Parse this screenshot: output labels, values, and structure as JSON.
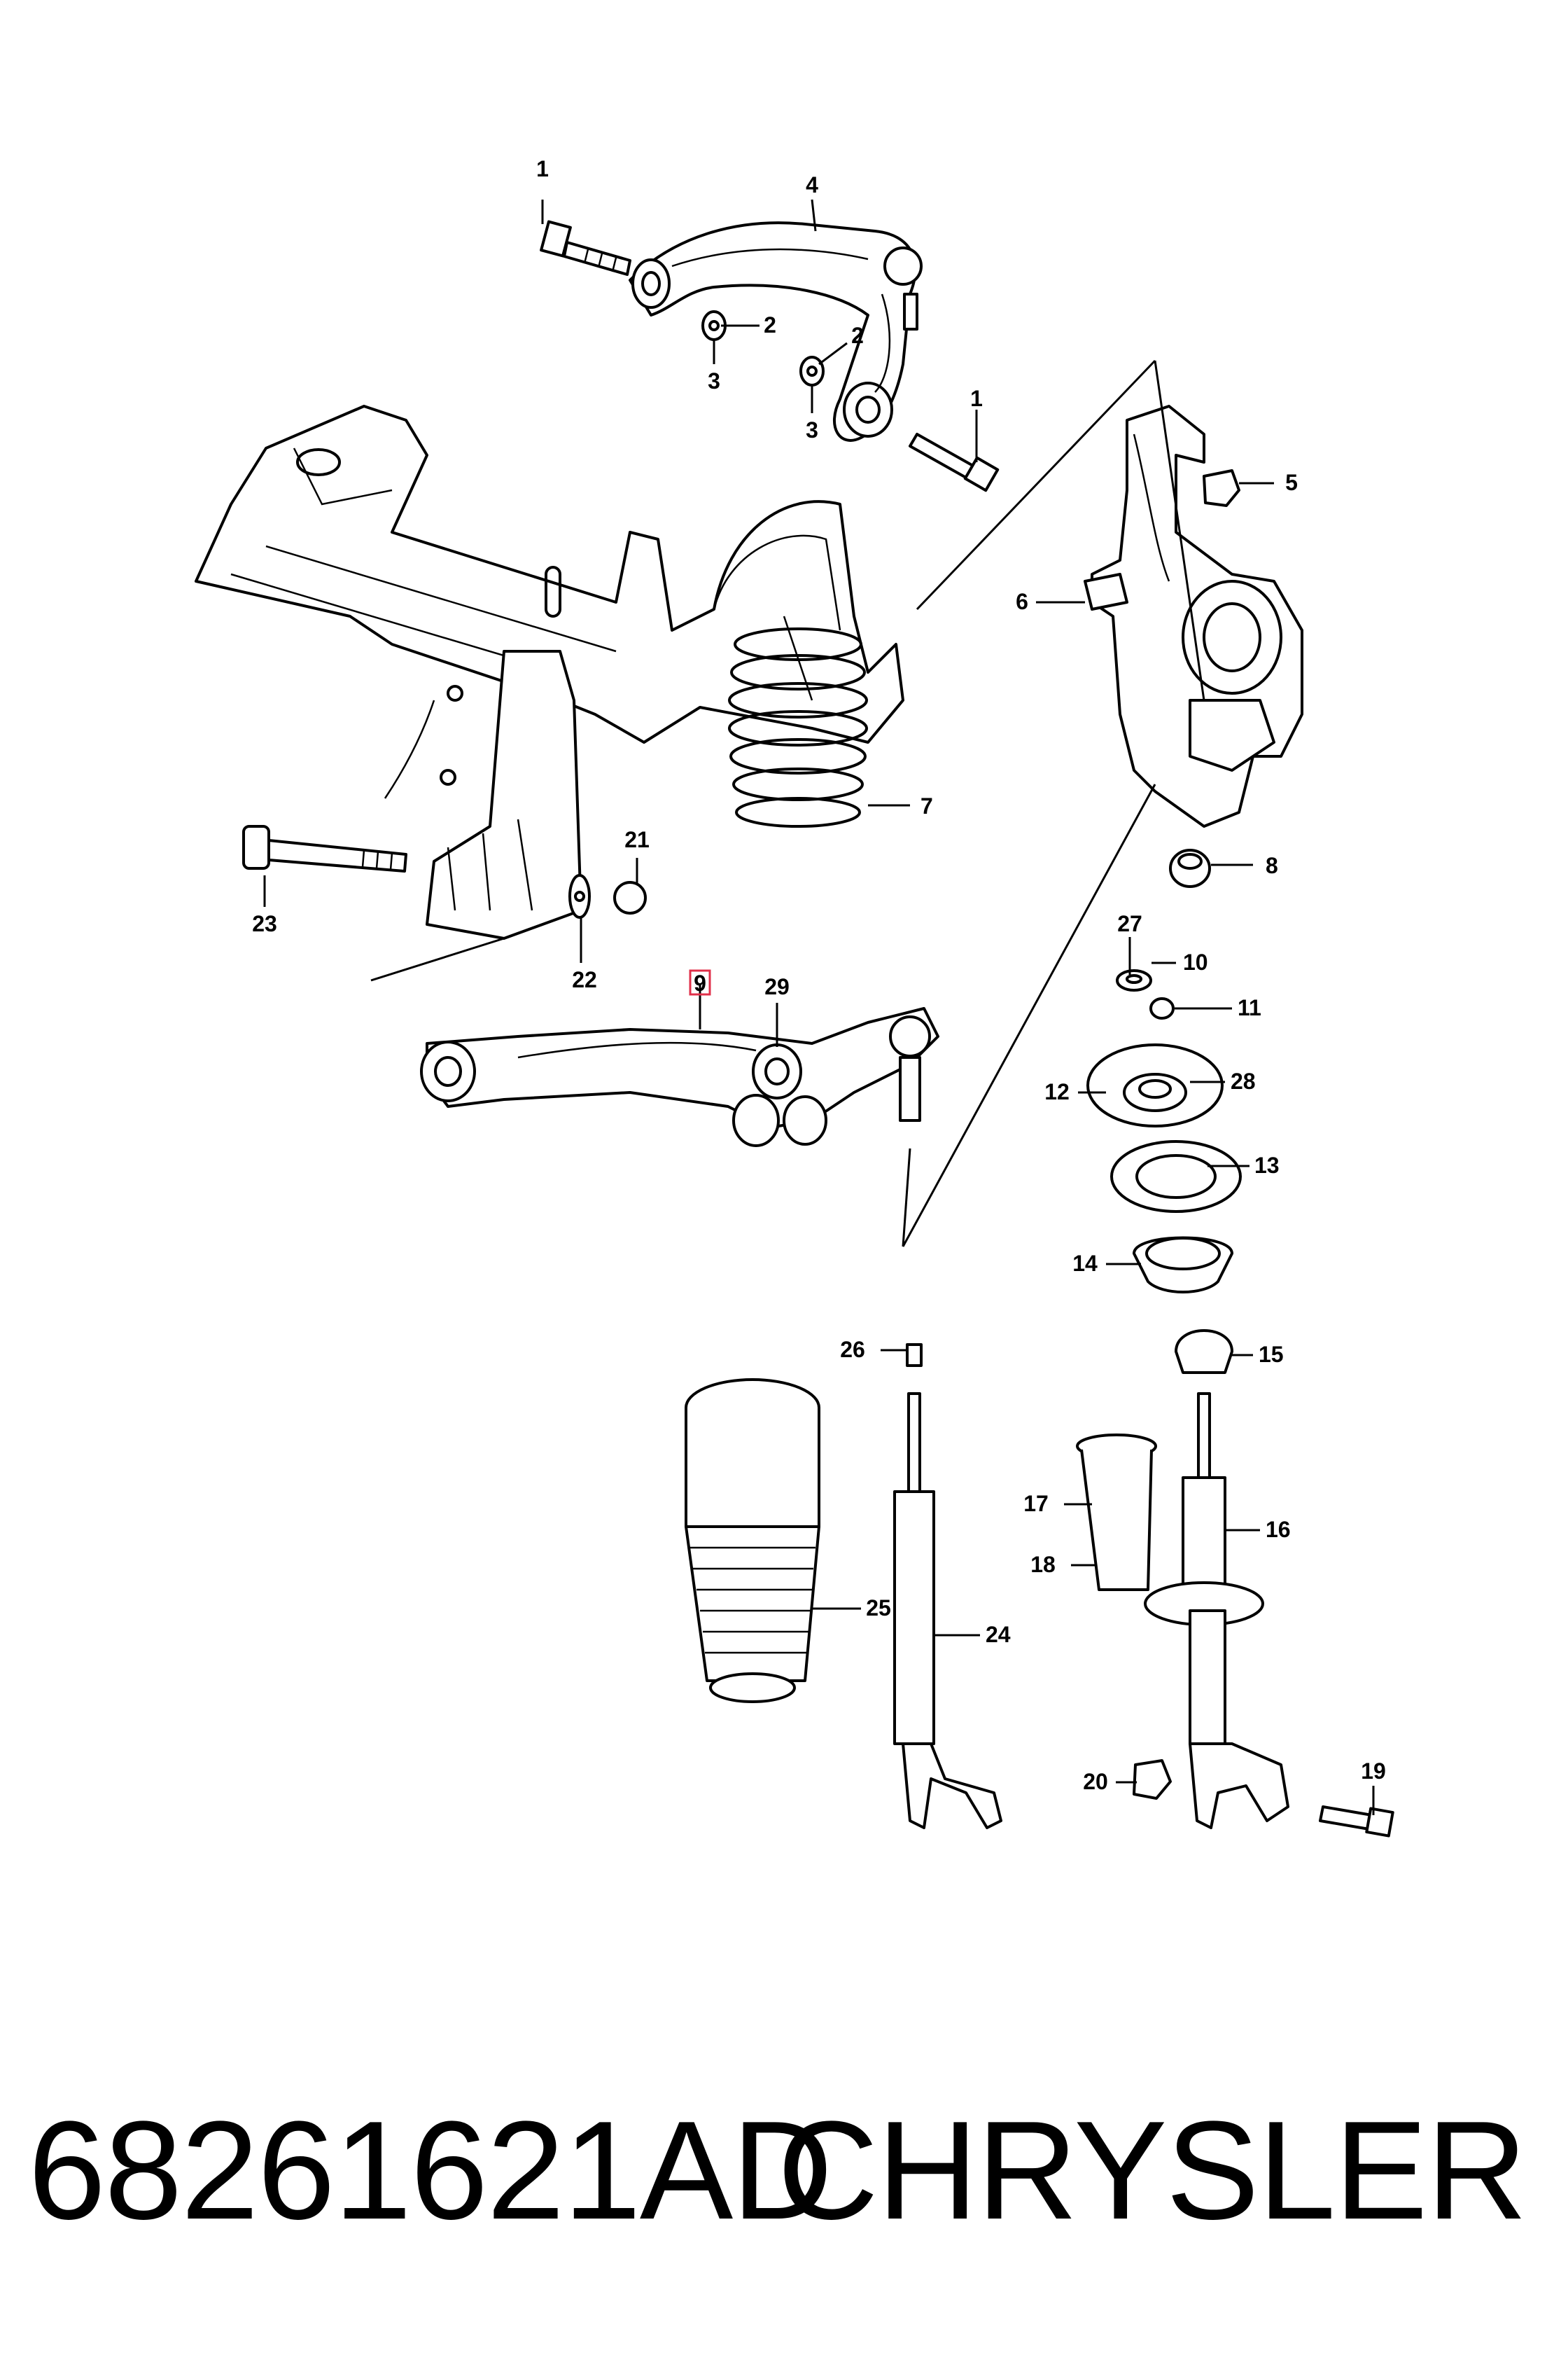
{
  "callouts": {
    "c1a": "1",
    "c4": "4",
    "c2a": "2",
    "c3a": "3",
    "c2b": "2",
    "c3b": "3",
    "c1b": "1",
    "c5": "5",
    "c6": "6",
    "c7": "7",
    "c8": "8",
    "c21": "21",
    "c23": "23",
    "c22": "22",
    "c9": "9",
    "c29": "29",
    "c27": "27",
    "c10": "10",
    "c11": "11",
    "c12": "12",
    "c28": "28",
    "c13": "13",
    "c14": "14",
    "c26": "26",
    "c15": "15",
    "c17": "17",
    "c16": "16",
    "c18": "18",
    "c25": "25",
    "c24": "24",
    "c19": "19",
    "c20": "20"
  },
  "highlight_color": "#e0304a",
  "footer": {
    "part_number": "68261621AD",
    "brand": "CHRYSLER"
  }
}
